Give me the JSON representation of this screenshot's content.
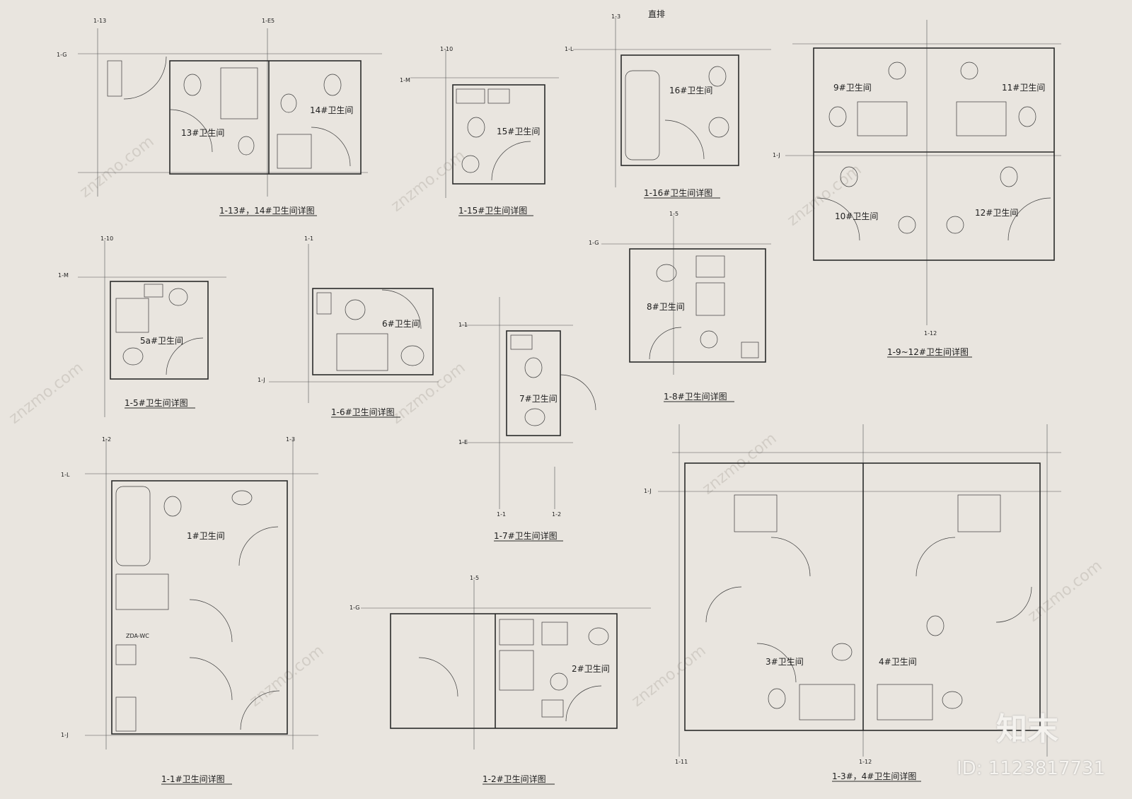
{
  "plans": [
    {
      "id": "p13_14",
      "title": "1-13#，14#卫生间详图",
      "rooms": [
        "13#卫生间",
        "14#卫生间"
      ],
      "axes": [
        "1-13",
        "1-E5",
        "1-G"
      ]
    },
    {
      "id": "p15",
      "title": "1-15#卫生间详图",
      "rooms": [
        "15#卫生间"
      ],
      "axes": [
        "1-10",
        "1-M"
      ]
    },
    {
      "id": "p16",
      "title": "1-16#卫生间详图",
      "rooms": [
        "16#卫生间"
      ],
      "axes": [
        "1-3",
        "1-L"
      ],
      "note": "直排"
    },
    {
      "id": "p9_12",
      "title": "1-9~12#卫生间详图",
      "rooms": [
        "9#卫生间",
        "11#卫生间",
        "10#卫生间",
        "12#卫生间"
      ],
      "axes": [
        "1-J",
        "1-12"
      ]
    },
    {
      "id": "p5",
      "title": "1-5#卫生间详图",
      "rooms": [
        "5a#卫生间"
      ],
      "axes": [
        "1-10",
        "1-M"
      ]
    },
    {
      "id": "p6",
      "title": "1-6#卫生间详图",
      "rooms": [
        "6#卫生间"
      ],
      "axes": [
        "1-1",
        "1-J"
      ]
    },
    {
      "id": "p7",
      "title": "1-7#卫生间详图",
      "rooms": [
        "7#卫生间"
      ],
      "axes": [
        "1-1",
        "1-E",
        "1-1",
        "1-2"
      ]
    },
    {
      "id": "p8",
      "title": "1-8#卫生间详图",
      "rooms": [
        "8#卫生间"
      ],
      "axes": [
        "1-5",
        "1-G"
      ]
    },
    {
      "id": "p1",
      "title": "1-1#卫生间详图",
      "rooms": [
        "1#卫生间"
      ],
      "axes": [
        "1-2",
        "1-3",
        "1-L",
        "1-J"
      ],
      "note": "ZDA-WC"
    },
    {
      "id": "p2",
      "title": "1-2#卫生间详图",
      "rooms": [
        "2#卫生间"
      ],
      "axes": [
        "1-5",
        "1-G"
      ]
    },
    {
      "id": "p3_4",
      "title": "1-3#，4#卫生间详图",
      "rooms": [
        "3#卫生间",
        "4#卫生间"
      ],
      "axes": [
        "1-J",
        "1-11",
        "1-12"
      ]
    }
  ],
  "watermark": "znzmo.com",
  "brand": "知末",
  "id_label": "ID: 1123817731"
}
